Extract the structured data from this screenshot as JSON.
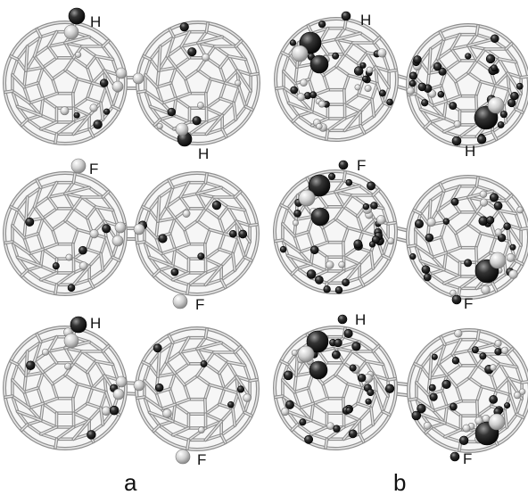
{
  "colors": {
    "cage_bond": "#8f8f8f",
    "cage_bond_light": "#e6e6e6",
    "dark_atom": "#1a1a1a",
    "light_atom": "#d4d4d4"
  },
  "column_labels": {
    "a": "a",
    "b": "b"
  },
  "panels": {
    "a1": {
      "atom_labels": [
        "H",
        "H"
      ]
    },
    "a2": {
      "atom_labels": [
        "F",
        "F"
      ]
    },
    "a3": {
      "atom_labels": [
        "H",
        "F"
      ]
    },
    "b1": {
      "atom_labels": [
        "H",
        "H"
      ]
    },
    "b2": {
      "atom_labels": [
        "F",
        "F"
      ]
    },
    "b3": {
      "atom_labels": [
        "H",
        "F"
      ]
    }
  }
}
